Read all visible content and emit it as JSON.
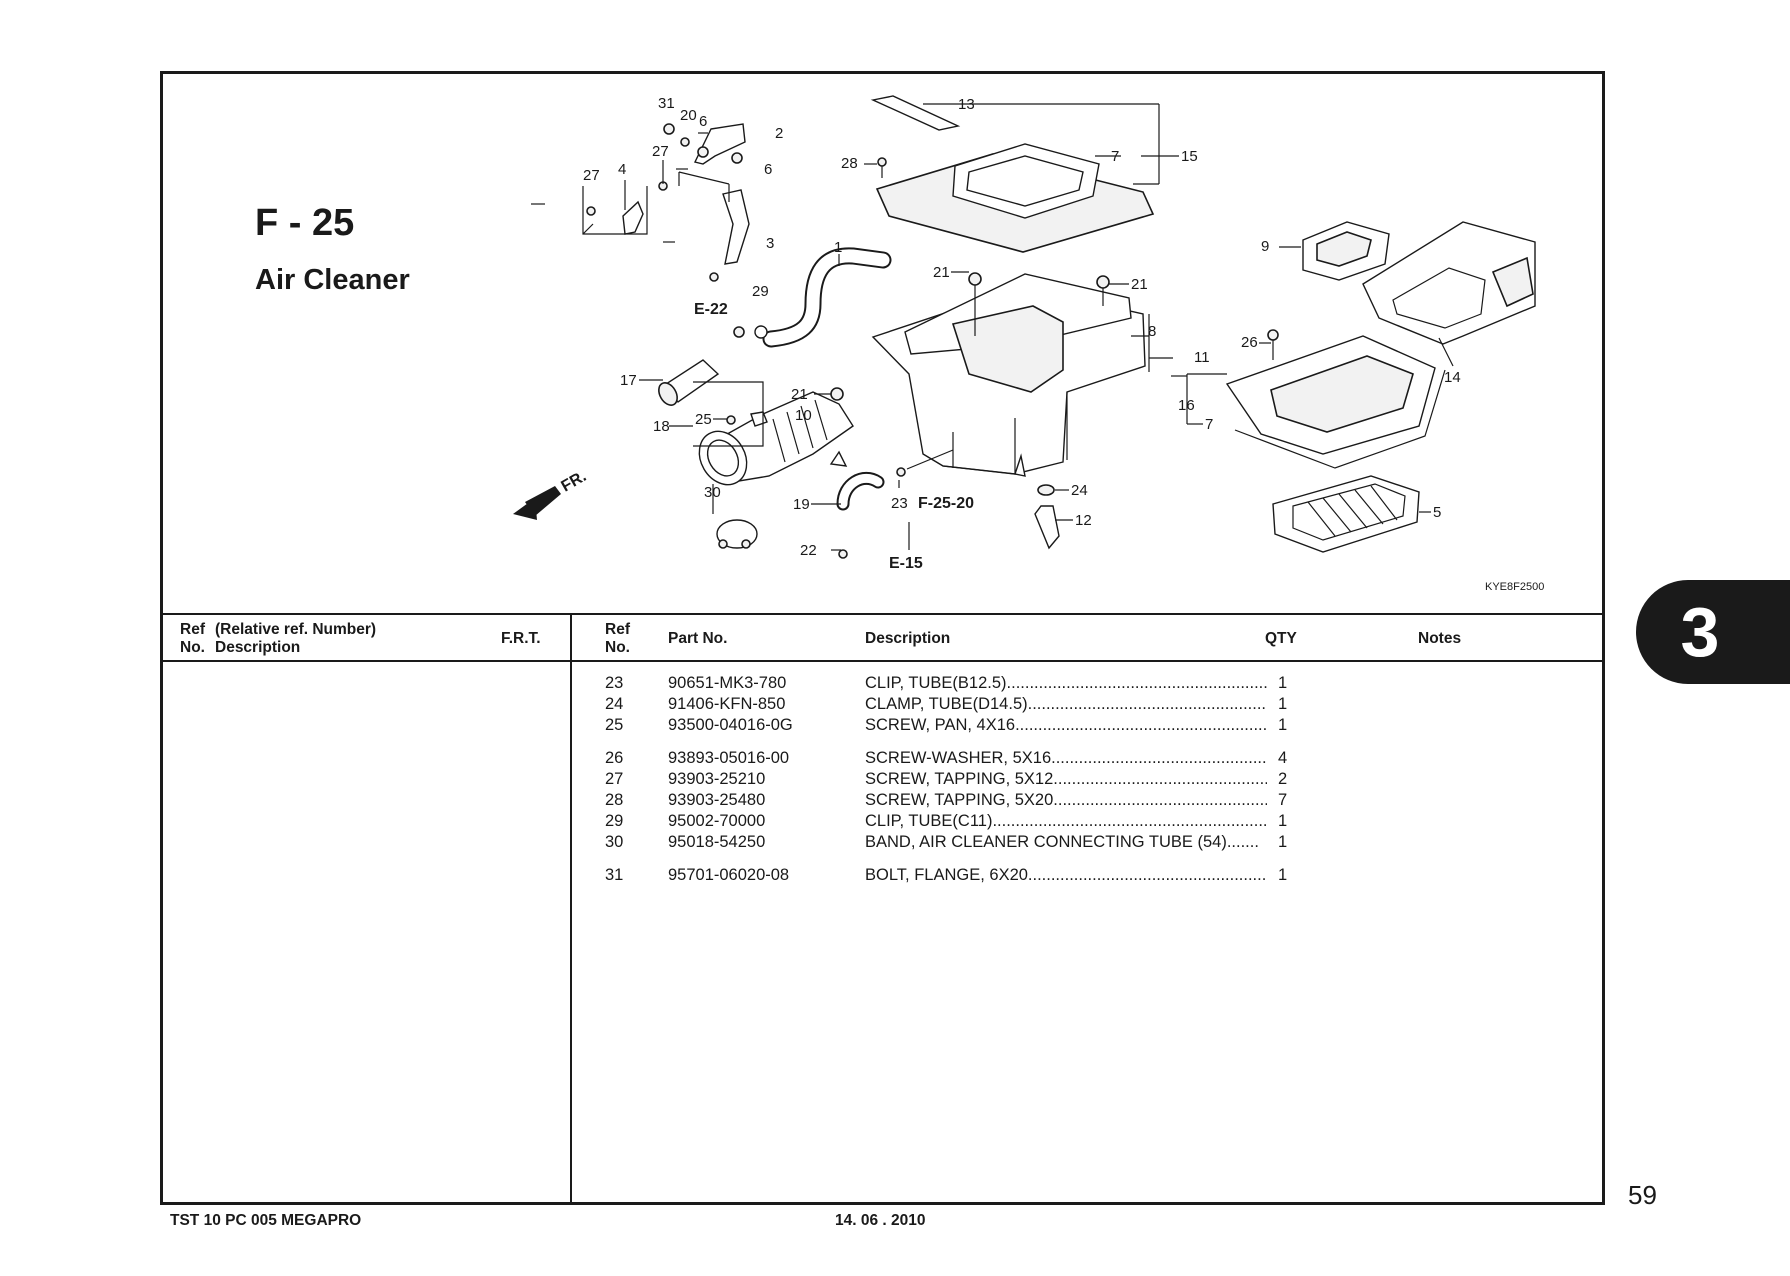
{
  "figure": {
    "code": "F - 25",
    "title": "Air Cleaner",
    "diagram_code": "KYE8F2500",
    "front_label": "FR.",
    "callouts": [
      "31",
      "20",
      "6",
      "2",
      "6",
      "27",
      "4",
      "27",
      "3",
      "13",
      "28",
      "7",
      "15",
      "1",
      "21",
      "21",
      "29",
      "E-22",
      "8",
      "11",
      "9",
      "26",
      "17",
      "21",
      "10",
      "25",
      "18",
      "16",
      "7",
      "14",
      "30",
      "19",
      "23",
      "F-25-20",
      "24",
      "12",
      "22",
      "E-15",
      "5"
    ]
  },
  "table": {
    "headers": {
      "left_ref": "Ref",
      "left_relative": "(Relative ref. Number)",
      "left_no": "No.",
      "left_desc": "Description",
      "frt": "F.R.T.",
      "ref": "Ref",
      "no": "No.",
      "part_no": "Part No.",
      "description": "Description",
      "qty": "QTY",
      "notes": "Notes"
    },
    "rows": [
      {
        "ref": "23",
        "part_no": "90651-MK3-780",
        "description": "CLIP, TUBE(B12.5)..........................................................",
        "qty": "1"
      },
      {
        "ref": "24",
        "part_no": "91406-KFN-850",
        "description": "CLAMP, TUBE(D14.5)......................................................",
        "qty": "1"
      },
      {
        "ref": "25",
        "part_no": "93500-04016-0G",
        "description": "SCREW, PAN, 4X16........................................................",
        "qty": "1"
      },
      {
        "ref": "26",
        "part_no": "93893-05016-00",
        "description": "SCREW-WASHER, 5X16.................................................",
        "qty": "4"
      },
      {
        "ref": "27",
        "part_no": "93903-25210",
        "description": "SCREW, TAPPING, 5X12.................................................",
        "qty": "2"
      },
      {
        "ref": "28",
        "part_no": "93903-25480",
        "description": "SCREW, TAPPING, 5X20.................................................",
        "qty": "7"
      },
      {
        "ref": "29",
        "part_no": "95002-70000",
        "description": "CLIP, TUBE(C11).............................................................",
        "qty": "1"
      },
      {
        "ref": "30",
        "part_no": "95018-54250",
        "description": "BAND, AIR CLEANER CONNECTING TUBE (54).......",
        "qty": "1"
      },
      {
        "ref": "31",
        "part_no": "95701-06020-08",
        "description": "BOLT, FLANGE, 6X20.....................................................",
        "qty": "1"
      }
    ]
  },
  "section_tab": "3",
  "page_number": "59",
  "footer": {
    "left": "TST 10 PC 005 MEGAPRO",
    "date": "14. 06 . 2010"
  }
}
